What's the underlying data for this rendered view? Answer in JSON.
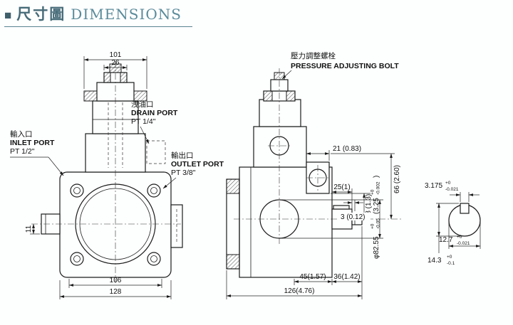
{
  "header": {
    "bullet": "■",
    "title_zh": "尺寸圖",
    "title_en": "DIMENSIONS"
  },
  "front": {
    "dim101": "101",
    "dim26": "26",
    "dim11": "11",
    "dim106": "106",
    "dim128": "128",
    "drain_zh": "洩油口",
    "drain_en": "DRAIN PORT",
    "drain_size": "PT 1/4\"",
    "inlet_zh": "輸入口",
    "inlet_en": "INLET PORT",
    "inlet_size": "PT 1/2\"",
    "outlet_zh": "輸出口",
    "outlet_en": "OUTLET PORT",
    "outlet_size": "PT 3/8\""
  },
  "side": {
    "bolt_zh": "壓力調整螺栓",
    "bolt_en": "PRESSURE ADJUSTING BOLT",
    "dim21": "21 (0.83)",
    "dim66": "66 (2.60)",
    "dim25": "25(1)",
    "dim33": "33 (1.3)",
    "dim3": "3 (0.12)",
    "dia_mm": "φ82.55",
    "dia_mm_tol_top": "+0",
    "dia_mm_tol_bot": "-0.05",
    "dia_in": "(3.25",
    "dia_in_tol_top": "+0",
    "dia_in_tol_bot": "-0.002",
    "dia_close": ")",
    "dim45": "45(1.57)",
    "dim36": "36(1.42)",
    "dim126": "126(4.76)"
  },
  "shaft": {
    "key_w": "3.175",
    "key_w_tol_top": "+0",
    "key_w_tol_bot": "-0.021",
    "dia": "12.7",
    "dia_tol_top": "+0",
    "dia_tol_bot": "-0.021",
    "height": "14.3",
    "height_tol_top": "+0",
    "height_tol_bot": "-0.1"
  }
}
